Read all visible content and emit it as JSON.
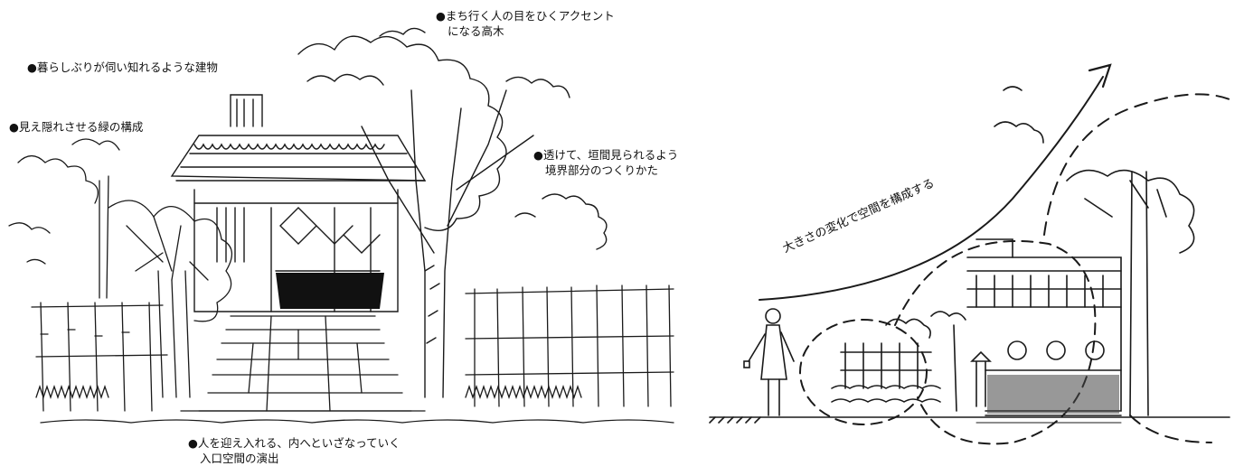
{
  "annotations": {
    "accent_tree": {
      "line1": "●まち行く人の目をひくアクセント",
      "line2": "になる高木"
    },
    "lifestyle": "●暮らしぶりが伺い知れるような建物",
    "green": "●見え隠れさせる緑の構成",
    "boundary": {
      "line1": "●透けて、垣間見られるよう",
      "line2": "境界部分のつくりかた"
    },
    "entrance": {
      "line1": "●人を迎え入れる、内へといざなっていく",
      "line2": "入口空間の演出"
    }
  },
  "right_diagram": {
    "curve_label": "大きさの変化で空間を構成する"
  },
  "icons": [
    "tree-sketch",
    "tile-roof",
    "bamboo-fence",
    "stepping-stones",
    "person-figure",
    "arrow-curve"
  ]
}
